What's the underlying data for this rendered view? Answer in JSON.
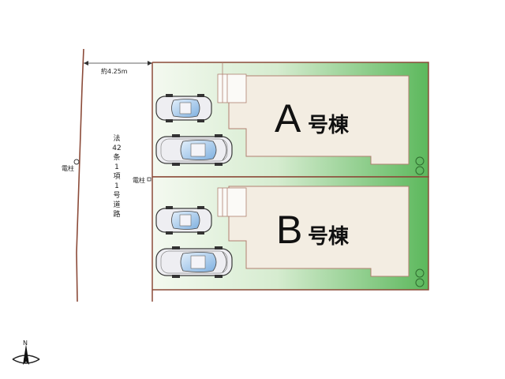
{
  "plan": {
    "road_width_label": "約4.25m",
    "road_name_chars": [
      "法",
      "42",
      "条",
      "1",
      "項",
      "1",
      "号",
      "道",
      "路"
    ],
    "pole_label_left": "電柱",
    "pole_label_right": "電柱",
    "building_a": {
      "letter": "A",
      "suffix": "号棟"
    },
    "building_b": {
      "letter": "B",
      "suffix": "号棟"
    },
    "compass_label": "N",
    "colors": {
      "lawn_light": "#f2f8ee",
      "lawn_green": "#5db85d",
      "building_fill": "#f3ede2",
      "boundary": "#8b4a38",
      "car_body": "#ececf0",
      "car_glass": "#a8c8ea"
    }
  }
}
